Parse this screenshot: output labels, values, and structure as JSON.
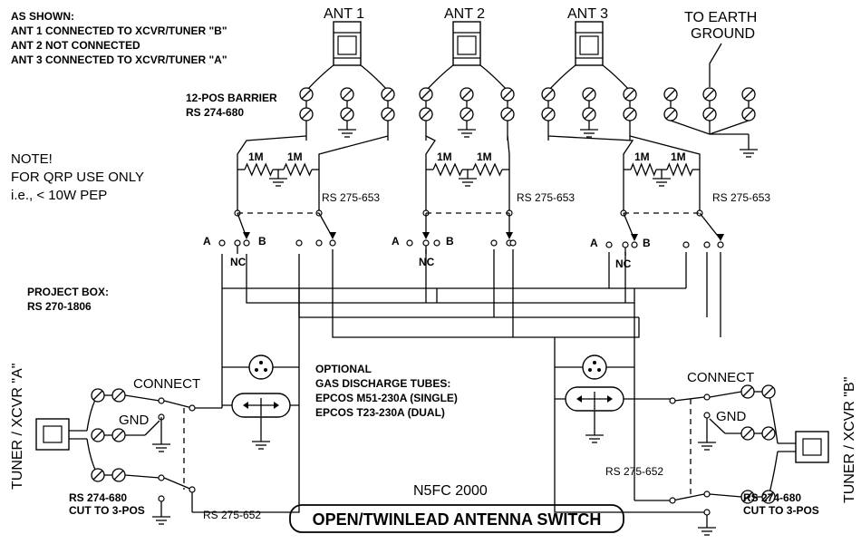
{
  "as_shown": {
    "heading": "AS SHOWN:",
    "line1": "ANT 1 CONNECTED TO XCVR/TUNER \"B\"",
    "line2": "ANT 2 NOT CONNECTED",
    "line3": "ANT 3 CONNECTED TO XCVR/TUNER \"A\""
  },
  "note": {
    "heading": "NOTE!",
    "line1": "FOR QRP USE ONLY",
    "line2": "i.e., < 10W PEP"
  },
  "antennas": [
    "ANT 1",
    "ANT 2",
    "ANT 3"
  ],
  "earth": {
    "line1": "TO EARTH",
    "line2": "GROUND"
  },
  "barrier": {
    "line1": "12-POS BARRIER",
    "line2": "RS 274-680"
  },
  "resistor_label": "1M",
  "switch_label": "RS 275-653",
  "contacts": {
    "a": "A",
    "b": "B",
    "nc": "NC"
  },
  "project_box": {
    "line1": "PROJECT BOX:",
    "line2": "RS 270-1806"
  },
  "gdt": {
    "line1": "OPTIONAL",
    "line2": "GAS DISCHARGE TUBES:",
    "line3": "EPCOS M51-230A (SINGLE)",
    "line4": "EPCOS T23-230A (DUAL)"
  },
  "connect_label": "CONNECT",
  "gnd_label": "GND",
  "tuner_a": "TUNER / XCVR \"A\"",
  "tuner_b": "TUNER / XCVR \"B\"",
  "terminal": {
    "line1": "RS 274-680",
    "line2": "CUT TO 3-POS"
  },
  "gnd_switch_label": "RS 275-652",
  "credit": "N5FC 2000",
  "title": "OPEN/TWINLEAD ANTENNA SWITCH"
}
